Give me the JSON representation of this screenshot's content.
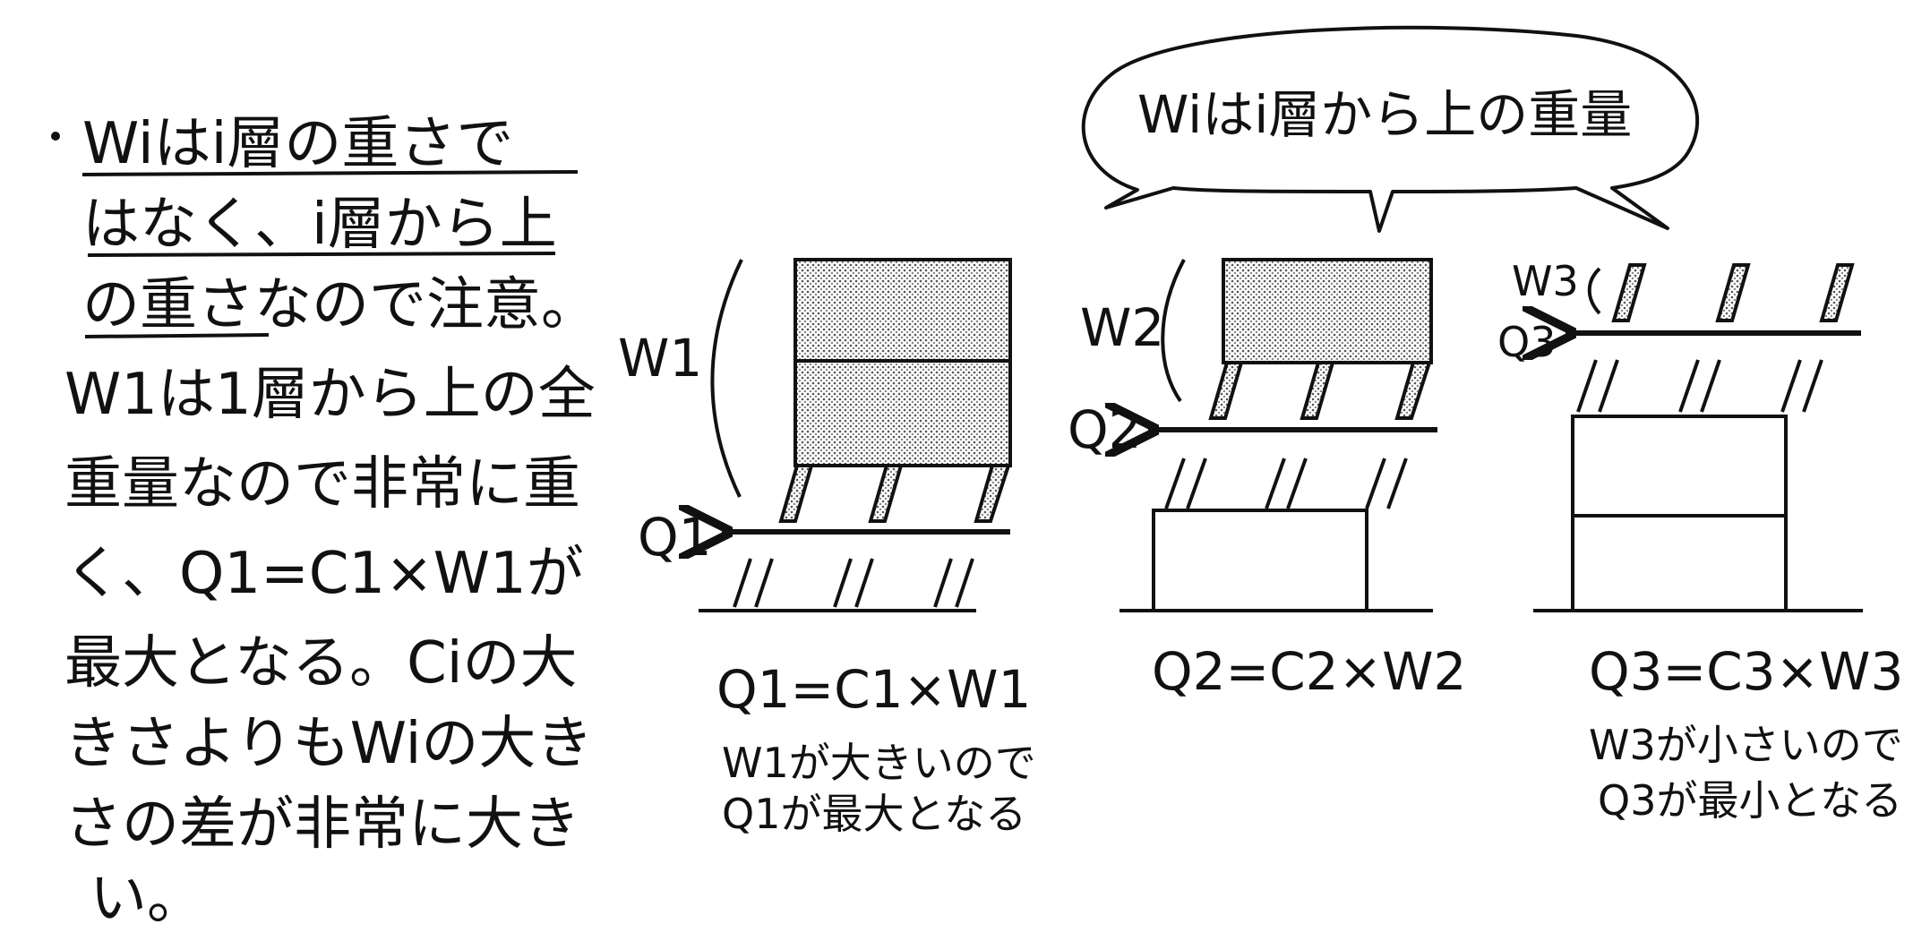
{
  "note": {
    "lines": [
      "Wiはi層の重さで",
      "はなく、i層から上",
      "の重さなので注意。",
      "W1は1層から上の全",
      "重量なので非常に重",
      "く、Q1=C1×W1が",
      "最大となる。Ciの大",
      "きさよりもWiの大き",
      "さの差が非常に大き",
      "い。"
    ]
  },
  "bubble": {
    "text": "Wiはi層から上の重量"
  },
  "floors": [
    {
      "w_label": "W1",
      "q_label": "Q1",
      "formula": "Q1=C1×W1",
      "caption_lines": [
        "W1が大きいので",
        "Q1が最大となる"
      ]
    },
    {
      "w_label": "W2",
      "q_label": "Q2",
      "formula": "Q2=C2×W2",
      "caption_lines": []
    },
    {
      "w_label": "W3",
      "q_label": "Q3",
      "formula": "Q3=C3×W3",
      "caption_lines": [
        "W3が小さいので",
        "Q3が最小となる"
      ]
    }
  ],
  "colors": {
    "ink": "#111111",
    "fill": "#d9d9d9"
  }
}
